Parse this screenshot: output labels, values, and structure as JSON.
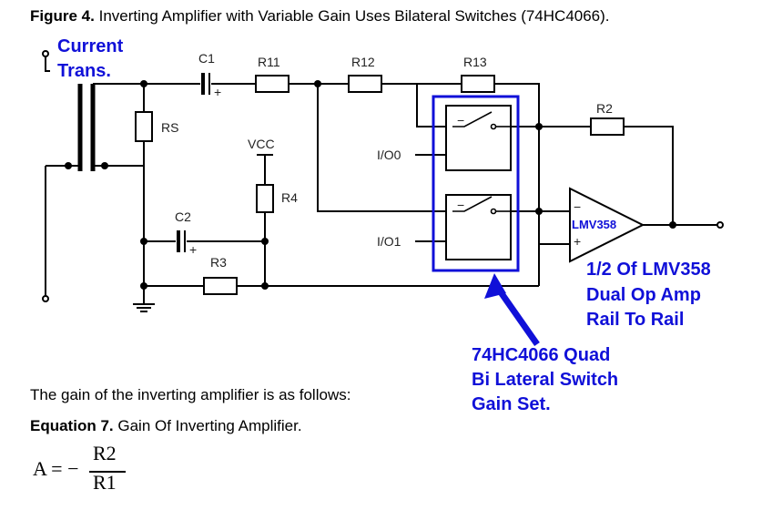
{
  "caption": {
    "prefix": "Figure 4.",
    "text": "Inverting Amplifier with Variable Gain Uses Bilateral Switches (74HC4066)."
  },
  "labels": {
    "current_trans_line1": "Current",
    "current_trans_line2": "Trans.",
    "c1": "C1",
    "r11": "R11",
    "r12": "R12",
    "r13": "R13",
    "r2": "R2",
    "rs": "RS",
    "vcc": "VCC",
    "r4": "R4",
    "c2": "C2",
    "r3": "R3",
    "io0": "I/O0",
    "io1": "I/O1",
    "opamp_name": "LMV358",
    "opamp_minus": "−",
    "opamp_plus": "+",
    "cap_plus": "+",
    "switch_minus": "−"
  },
  "annotations": {
    "opamp_line1": "1/2 Of LMV358",
    "opamp_line2": "Dual Op Amp",
    "opamp_line3": "Rail To Rail",
    "switch_line1": "74HC4066 Quad",
    "switch_line2": "Bi Lateral Switch",
    "switch_line3": "Gain Set."
  },
  "text": {
    "gain_intro": "The gain of the inverting amplifier is as follows:",
    "equation_prefix": "Equation 7.",
    "equation_title": "Gain Of Inverting Amplifier."
  },
  "equation": {
    "lhs": "A = −",
    "numerator": "R2",
    "denominator": "R1"
  },
  "colors": {
    "wire": "#000000",
    "annotation_blue": "#1010d8"
  }
}
